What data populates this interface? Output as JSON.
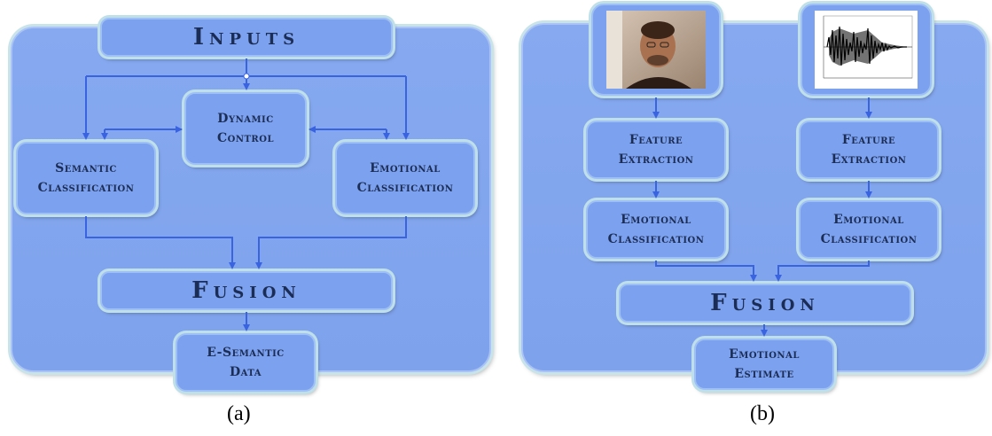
{
  "diagram_a": {
    "inputs": "Inputs",
    "dynamic_control": "Dynamic\nControl",
    "semantic_classification": "Semantic\nClassification",
    "emotional_classification": "Emotional\nClassification",
    "fusion": "Fusion",
    "output": "E-Semantic\nData",
    "caption": "(a)"
  },
  "diagram_b": {
    "feature_extraction_left": "Feature\nExtraction",
    "feature_extraction_right": "Feature\nExtraction",
    "emotional_classification_left": "Emotional\nClassification",
    "emotional_classification_right": "Emotional\nClassification",
    "fusion": "Fusion",
    "output": "Emotional\nEstimate",
    "caption": "(b)"
  },
  "colors": {
    "panel": "#7ea2ec",
    "box": "#7ca1ee",
    "glow": "#bfe0e8",
    "arrow": "#3a63e0",
    "text": "#1c2d55"
  }
}
